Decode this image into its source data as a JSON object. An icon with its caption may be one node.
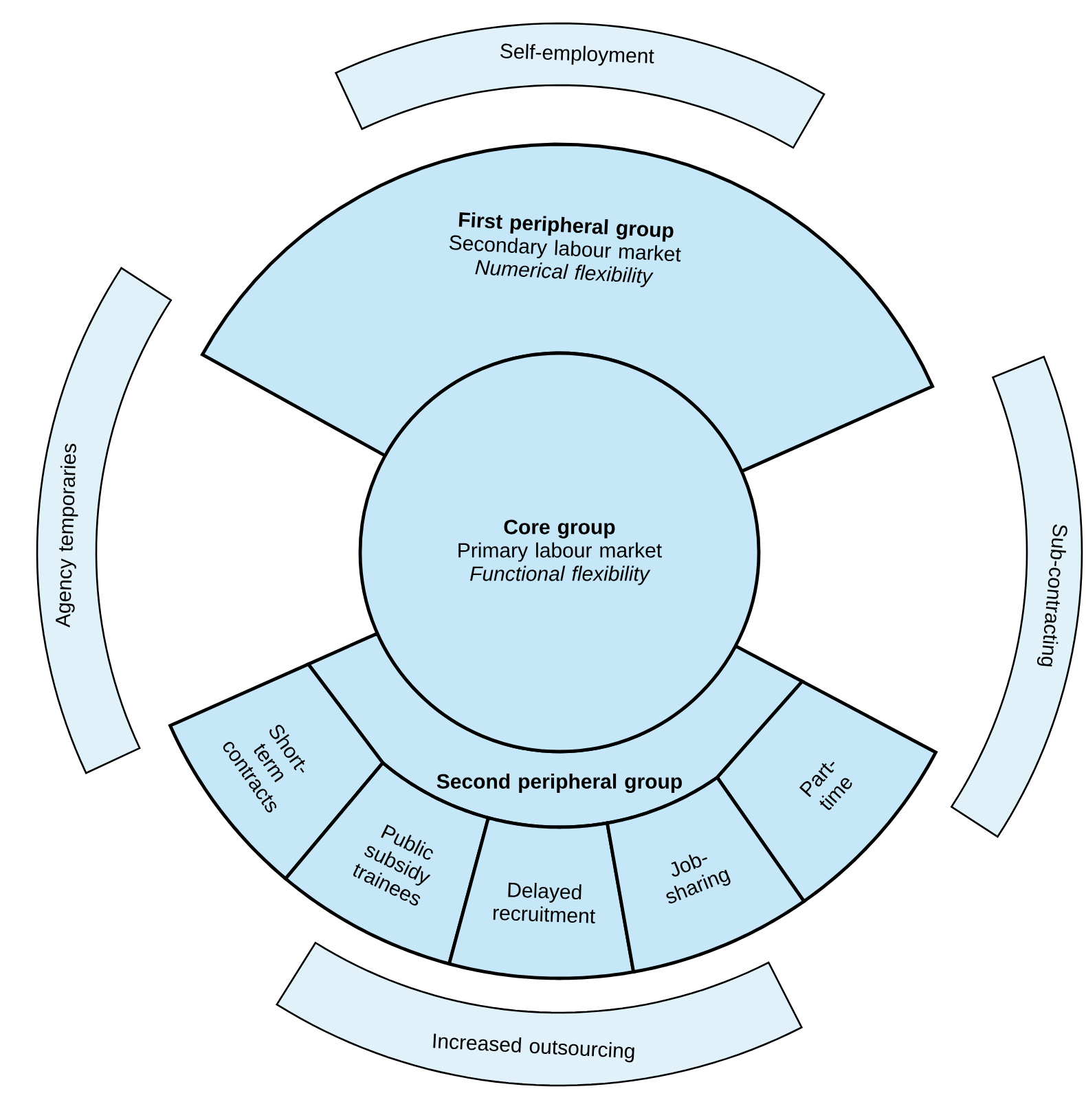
{
  "diagram": {
    "nodes": [
      {
        "text": [
          "Self-employment"
        ]
      },
      {
        "text": [
          "First peripheral group",
          "Secondary labour market",
          "Numerical flexibility"
        ]
      },
      {
        "text": [
          "Agency temporaries"
        ]
      },
      {
        "text": [
          "Sub-contracting"
        ]
      },
      {
        "text": [
          "Core group",
          "Primary labour market",
          "Functional flexibility"
        ]
      },
      {
        "text": [
          "Second peripheral group"
        ]
      },
      {
        "text": [
          "Short-term contracts"
        ]
      },
      {
        "text": [
          "Part-time"
        ]
      },
      {
        "text": [
          "Public subsidy trainees"
        ]
      },
      {
        "text": [
          "Delayed recruitment"
        ]
      },
      {
        "text": [
          "Job-sharing"
        ]
      },
      {
        "text": [
          "Increased outsourcing"
        ]
      }
    ]
  }
}
